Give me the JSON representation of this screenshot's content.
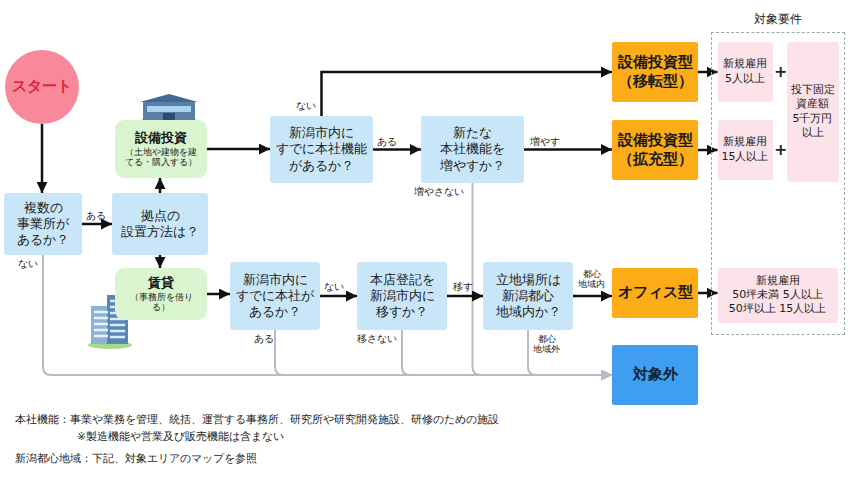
{
  "diagram": {
    "nodes": [
      {
        "text": [
          "スタート"
        ]
      },
      {
        "text": [
          "複数の 事業所が あるか？"
        ]
      },
      {
        "text": [
          "拠点の 設置方法は？"
        ]
      },
      {
        "text": [
          "設備投資",
          "（土地や建物を建てる・購入する）"
        ]
      },
      {
        "text": [
          "賃貸",
          "（事務所を借りる）"
        ]
      },
      {
        "text": [
          "新潟市内に すでに本社機能 があるか？"
        ]
      },
      {
        "text": [
          "新たな 本社機能を 増やすか？"
        ]
      },
      {
        "text": [
          "設備投資型 （移転型）"
        ]
      },
      {
        "text": [
          "設備投資型 （拡充型）"
        ]
      },
      {
        "text": [
          "新潟市内に すでに本社が あるか？"
        ]
      },
      {
        "text": [
          "本店登記を 新潟市内に 移すか？"
        ]
      },
      {
        "text": [
          "立地場所は 新潟都心 地域内か？"
        ]
      },
      {
        "text": [
          "オフィス型"
        ]
      },
      {
        "text": [
          "対象外"
        ]
      },
      {
        "text": [
          "対象要件"
        ]
      },
      {
        "text": [
          "新規雇用 5人以上"
        ],
        "in": 14
      },
      {
        "text": [
          "投下固定 資産額 5千万円 以上"
        ],
        "in": 14
      },
      {
        "text": [
          "新規雇用 15人以上"
        ],
        "in": 14
      },
      {
        "text": [
          "新規雇用",
          "50坪未満 5人以上",
          "50坪以上 15人以上"
        ],
        "in": 14
      }
    ],
    "edges": [
      {
        "from": 0,
        "to": 1,
        "arrow": "to"
      },
      {
        "from": 1,
        "to": 2,
        "label": "ある",
        "arrow": "to"
      },
      {
        "from": 1,
        "to": 13,
        "label": "ない",
        "arrow": "to"
      },
      {
        "from": 2,
        "to": 3,
        "arrow": "to"
      },
      {
        "from": 2,
        "to": 4,
        "arrow": "to"
      },
      {
        "from": 3,
        "to": 5,
        "arrow": "to"
      },
      {
        "from": 5,
        "to": 7,
        "label": "ない",
        "arrow": "to"
      },
      {
        "from": 5,
        "to": 6,
        "label": "ある",
        "arrow": "to"
      },
      {
        "from": 6,
        "to": 8,
        "label": "増やす",
        "arrow": "to"
      },
      {
        "from": 6,
        "to": 13,
        "label": "増やさない",
        "arrow": "to"
      },
      {
        "from": 7,
        "to": 15,
        "arrow": "to"
      },
      {
        "from": 8,
        "to": 17,
        "arrow": "to"
      },
      {
        "from": 4,
        "to": 9,
        "arrow": "to"
      },
      {
        "from": 9,
        "to": 10,
        "label": "ない",
        "arrow": "to"
      },
      {
        "from": 9,
        "to": 13,
        "label": "ある",
        "arrow": "to"
      },
      {
        "from": 10,
        "to": 11,
        "label": "移す",
        "arrow": "to"
      },
      {
        "from": 10,
        "to": 13,
        "label": "移さない",
        "arrow": "to"
      },
      {
        "from": 11,
        "to": 12,
        "label": "都心 地域内",
        "arrow": "to"
      },
      {
        "from": 11,
        "to": 13,
        "label": "都心 地域外",
        "arrow": "to"
      },
      {
        "from": 12,
        "to": 18,
        "arrow": "to"
      }
    ],
    "labels": [
      "+",
      "+",
      "本社機能：事業や業務を管理、統括、運営する事務所、研究所や研究開発施設、研修のための施設",
      "※製造機能や営業及び販売機能は含まない",
      "新潟都心地域：下記、対象エリアのマップを参照"
    ]
  }
}
